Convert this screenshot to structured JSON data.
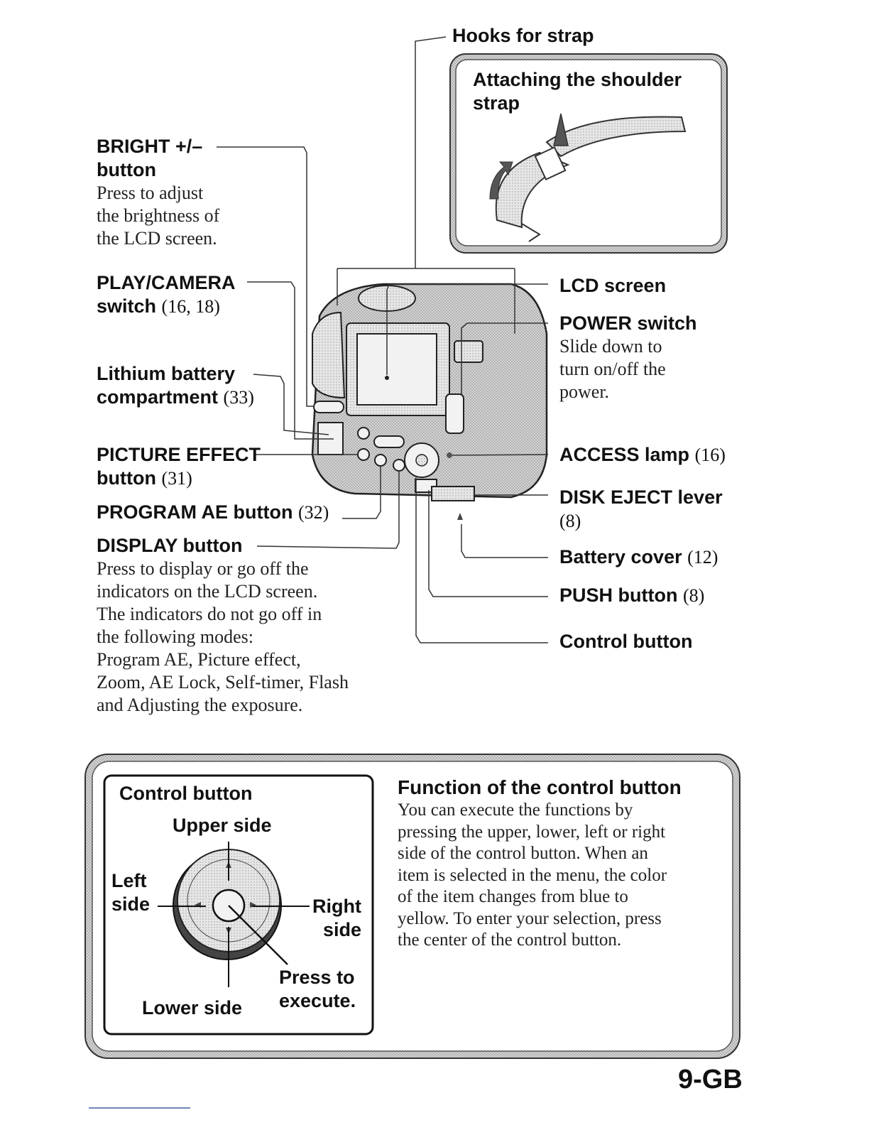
{
  "hooks": {
    "label": "Hooks for strap"
  },
  "strap_box": {
    "title_line1": "Attaching the shoulder",
    "title_line2": "strap"
  },
  "left_labels": {
    "bright": {
      "line1": "BRIGHT +/–",
      "line2": "button",
      "desc": [
        "Press to adjust",
        "the brightness of",
        "the LCD screen."
      ]
    },
    "play_camera": {
      "line1": "PLAY/CAMERA",
      "line2": "switch",
      "ref": "(16, 18)"
    },
    "lithium": {
      "line1": "Lithium battery",
      "line2": "compartment",
      "ref": "(33)"
    },
    "picture_effect": {
      "line1": "PICTURE EFFECT",
      "line2": "button",
      "ref": "(31)"
    },
    "program_ae": {
      "label": "PROGRAM AE button",
      "ref": "(32)"
    },
    "display": {
      "label": "DISPLAY button",
      "desc": [
        "Press to display or go off the",
        "indicators on the LCD screen.",
        "The indicators do not go off in",
        "the following modes:",
        "Program AE, Picture effect,",
        "Zoom, AE Lock, Self-timer, Flash",
        "and Adjusting the exposure."
      ]
    }
  },
  "right_labels": {
    "lcd": {
      "label": "LCD screen"
    },
    "power": {
      "label": "POWER switch",
      "desc": [
        "Slide down to",
        "turn on/off the",
        "power."
      ]
    },
    "access": {
      "label": "ACCESS lamp",
      "ref": "(16)"
    },
    "disk_eject": {
      "label": "DISK EJECT lever",
      "ref": "(8)"
    },
    "battery_cover": {
      "label": "Battery cover",
      "ref": "(12)"
    },
    "push": {
      "label": "PUSH button",
      "ref": "(8)"
    },
    "control": {
      "label": "Control button"
    }
  },
  "control_diagram": {
    "title": "Control button",
    "upper": "Upper side",
    "left_line1": "Left",
    "left_line2": "side",
    "right_line1": "Right",
    "right_line2": "side",
    "press_line1": "Press to",
    "press_line2": "execute.",
    "lower": "Lower side"
  },
  "function": {
    "title": "Function of the control button",
    "text": [
      "You can execute the functions by",
      "pressing the upper, lower, left or right",
      "side of the control button. When an",
      "item is selected in the menu, the color",
      "of the item changes from blue to",
      "yellow. To enter your selection, press",
      "the center of the control button."
    ]
  },
  "page_number": "9-GB"
}
